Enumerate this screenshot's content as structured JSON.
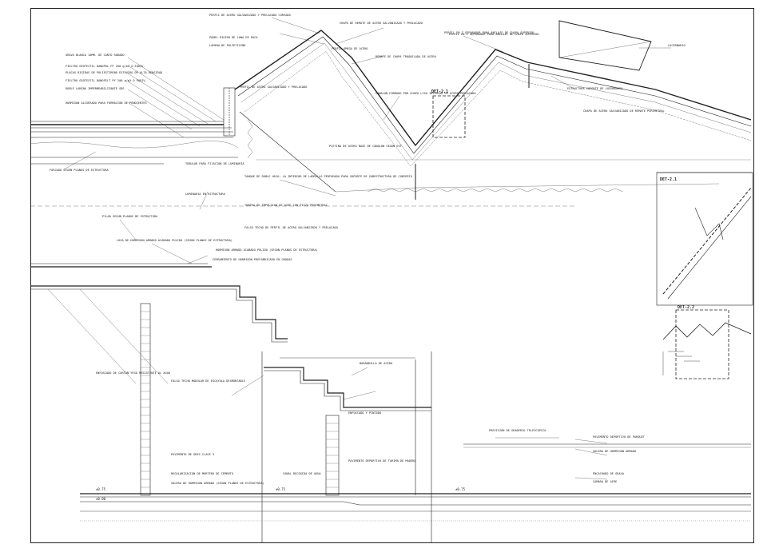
{
  "drawing": {
    "notes_top": [
      "PERFIL DE ACERO GALVANIZADO Y PRELACADO CURVADO",
      "CHAPA DE REMATE DE ACERO GALVANIZADO Y PRELACADO",
      "PERFIL EN Z SEPARADOR PARA ANCLAJE DE CHAPA SUPERIOR",
      "PANEL RIGIDO DE LANA DE ROCA",
      "PERFIL OMEGA DE ACERO",
      "REMATE DE CHAPA TROQUELADA DE ACERO",
      "CANALON FORMADO POR CHAPA LISA INTERIOR DE ACERO PRELACADO",
      "LAMINA DE POLIETILENO"
    ],
    "notes_left": [
      "GRAVA BLANCA 10MM. DE CANTO RODADO",
      "FIELTRO GEOTEXTIL DANOPOL FP 200 g/m2 O EQUIV.",
      "PLACAS RIGIDAS DE POLIESTIRENO EXTRUIDO DE ALTA DENSIDAD",
      "FIELTRO GEOTEXTIL DANOFELT PY 200 g/m2 O EQUIV.",
      "DOBLE LAMINA IMPERMEABILIZANTE SBS",
      "HORMIGON ALIGERADO PARA FORMACION DE PENDIENTES",
      "FORJADO SEGUN PLANOS DE ESTRUCTURA"
    ],
    "notes_mid": [
      "PERFIL DE ACERO GALVANIZADO Y PRELACADO",
      "TUBULAR PARA FIJACION DE LUMINARIA",
      "LUMINARIA EN ESTRUCTURA",
      "TANQUE DE DOBLE HOJA: LA INTERIOR DE LADRILLO PERFORADO PARA SOPORTE DE SUBESTRUCTURA DE CUBIERTA",
      "TOBERA DE IMPULSION DE AIRE CON PIEZA PERIMETRAL",
      "FALSO TECHO DE PERFIL DE ACERO GALVANIZADO Y PRELACADO",
      "PLETINA DE ACERO BASE DE CANALON SEGUN EST."
    ],
    "notes_right": [
      "PERFIL EN Z SEPARADOR PARA ANCLAJE DE CHAPA SUPERIOR",
      "LUCERNARIO",
      "ESTRUCTURA SOPORTE DE LUCERNARIO",
      "CHAPA DE ACERO GALVANIZADO DE REMATE PERIMETRAL"
    ],
    "notes_lower": [
      "PILAR SEGUN PLANOS DE ESTRUCTURA",
      "LOSA DE HORMIGON ARMADO ACABADO PULIDO (SEGUN PLANOS DE ESTRUCTURA)",
      "HORMIGON ARMADO ACABADO PULIDO (SEGUN PLANOS DE ESTRUCTURA)",
      "CERRAMIENTO DE HORMIGON PREFABRICADO EN GRADAS",
      "BARANDILLA DE ACERO",
      "ENFOSCADO DE CARTON YESO RESISTENTE AL AGUA",
      "FALSO TECHO MODULAR DE ESCAYOLA DESMONTABLE",
      "ENFOSCADO Y PINTADO",
      "PAVIMENTO DEPORTIVO DE TARIMA DE MADERA",
      "PAVIMENTO DE GRES CLASE 3",
      "REGULARIZACION DE MORTERO DE CEMENTO",
      "SOLERA DE HORMIGON ARMADO (SEGUN PLANOS DE ESTRUCTURA)",
      "CANAL RECOGIDA DE AGUA",
      "PREVISION DE GRADERIO TELESCOPICO",
      "PAVIMENTO DEPORTIVO DE PARQUET",
      "SOLERA DE HORMIGON ARMADO",
      "ENCACHADO DE GRAVA",
      "CAMARA DE AIRE"
    ],
    "detail_tag": "DET-2.1",
    "detail_tag_2": "DET-2.2",
    "levels": [
      "±0.75",
      "±0.00",
      "±0.75",
      "±0.75"
    ]
  }
}
